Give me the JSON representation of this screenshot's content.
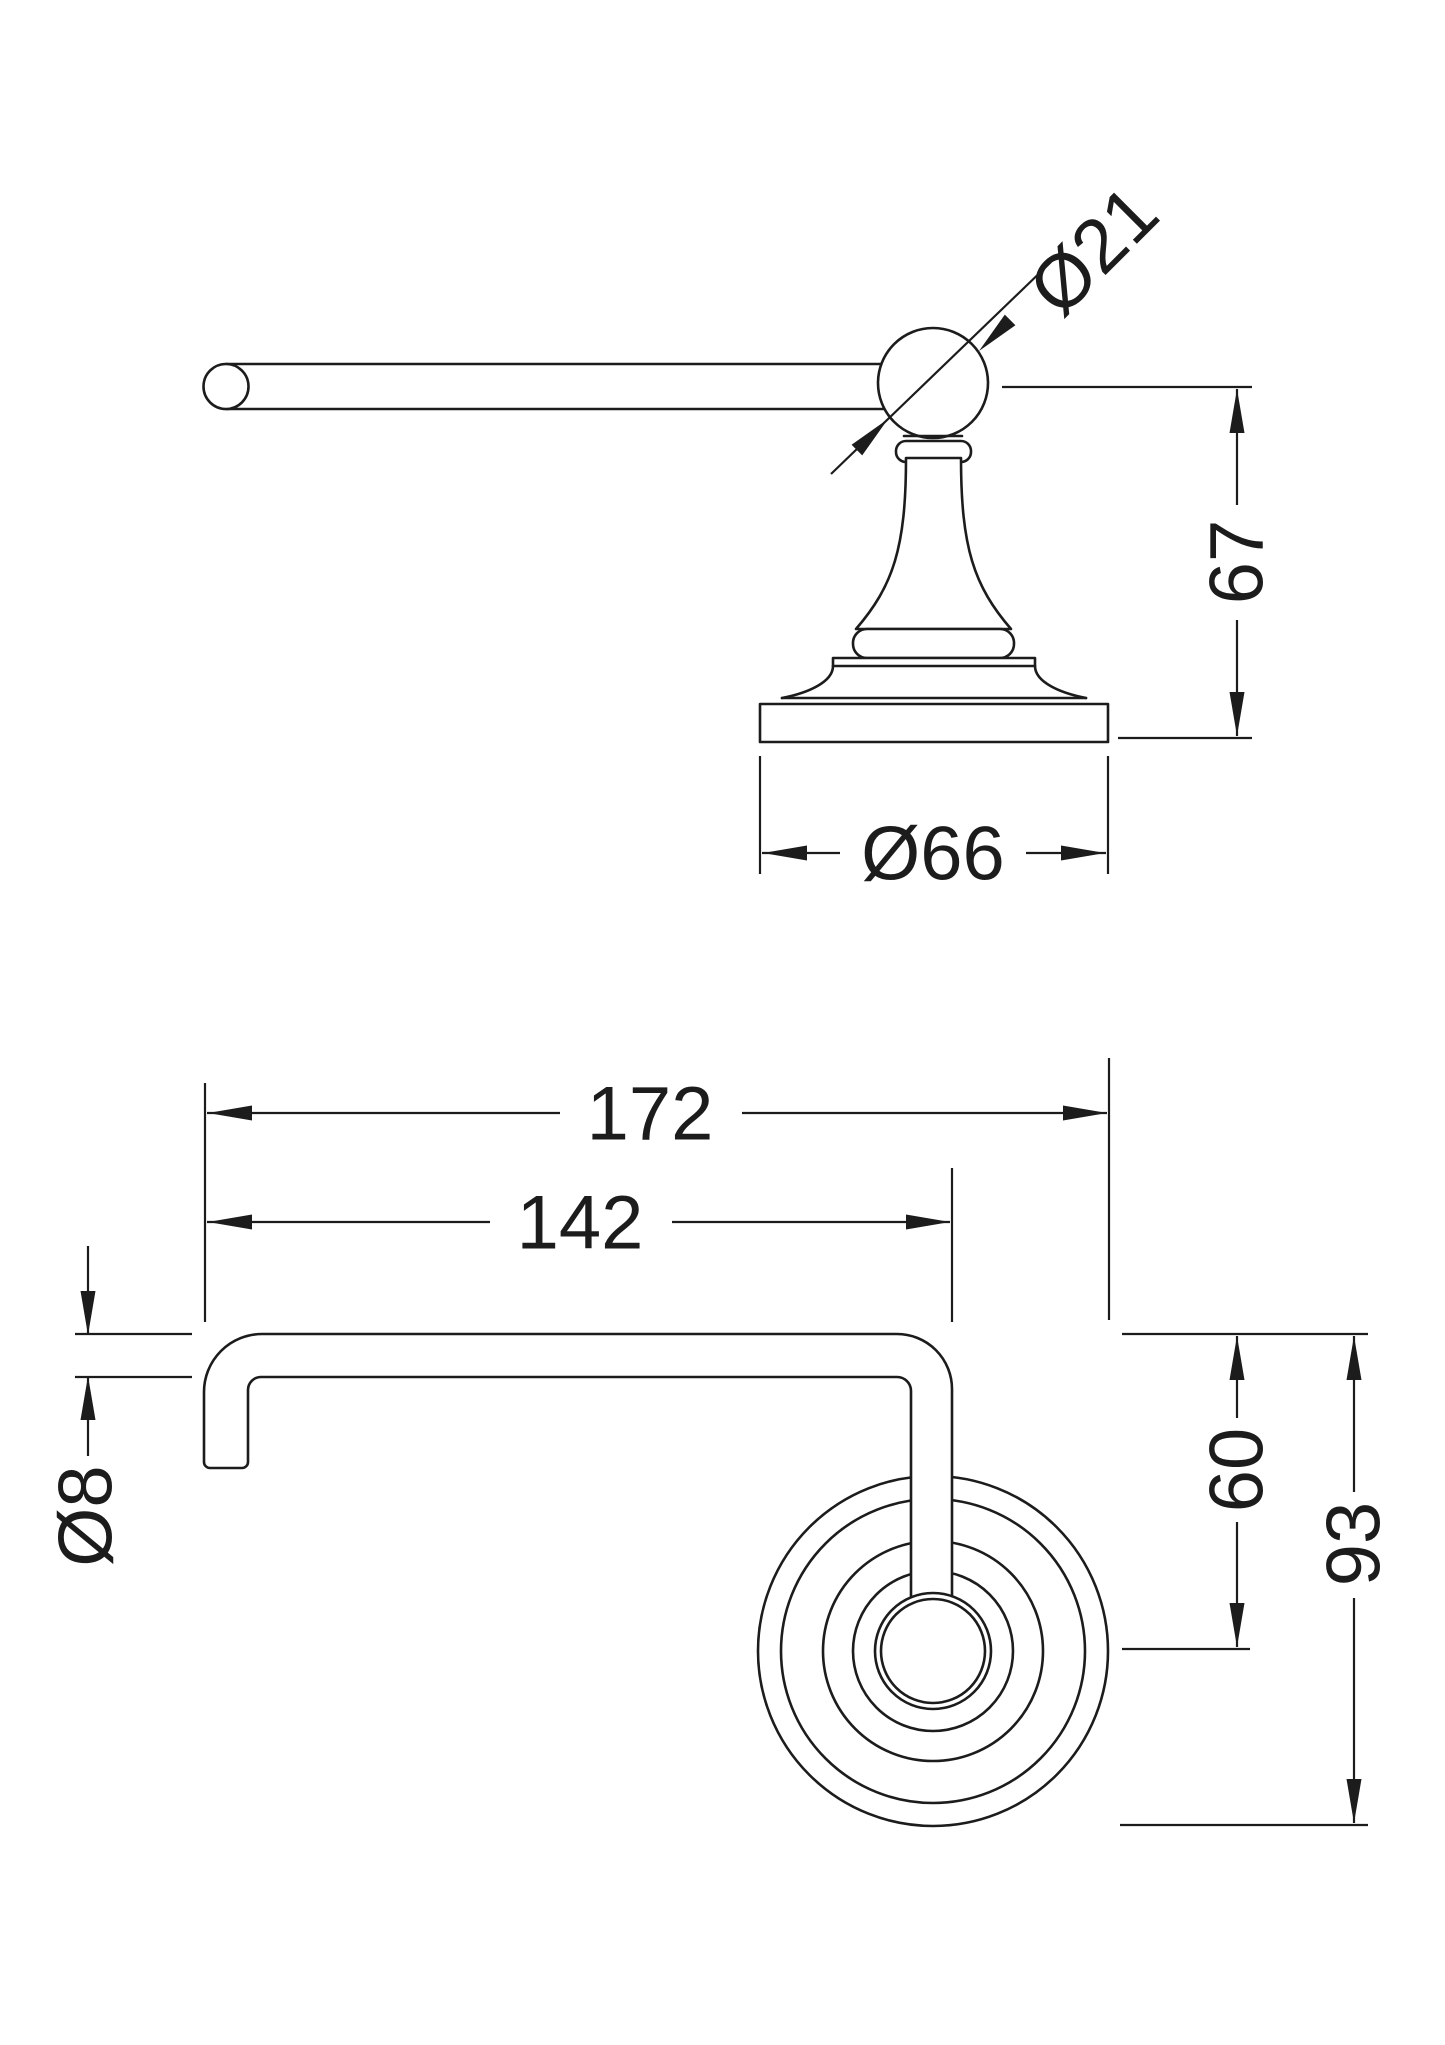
{
  "drawing": {
    "background": "#ffffff",
    "line_color": "#1c1c1c",
    "side_view": {
      "ball_diameter": "Ø21",
      "height": "67",
      "base_diameter": "Ø66"
    },
    "plan_view": {
      "overall_projection": "172",
      "arm_projection": "142",
      "bar_diameter": "Ø8",
      "wall_to_center": "60",
      "overall_depth": "93"
    }
  }
}
